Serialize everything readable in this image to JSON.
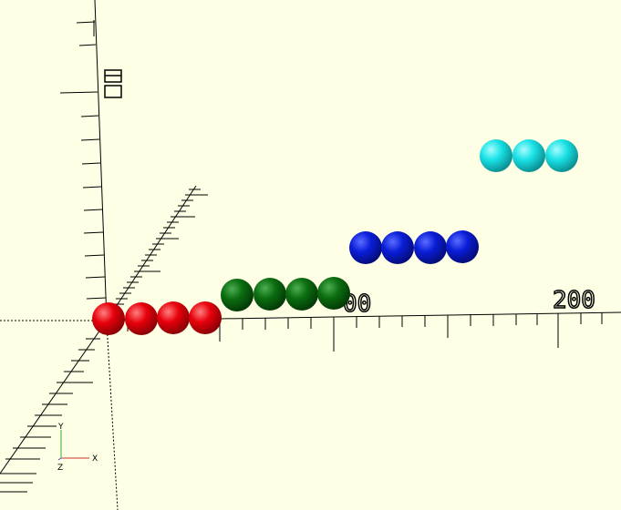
{
  "viewport": {
    "background": "#ffffe5",
    "x_axis_label_100": "00",
    "x_axis_label_200": "200",
    "y_axis_label_80": "80",
    "rows": [
      {
        "name": "red",
        "color": "#e8000b",
        "count": 4
      },
      {
        "name": "green",
        "color": "#0b6e10",
        "count": 4
      },
      {
        "name": "blue",
        "color": "#0a1ed8",
        "count": 4
      },
      {
        "name": "cyan",
        "color": "#19e2e6",
        "count": 3
      }
    ]
  },
  "orientation_gizmo": {
    "y_label": "Y",
    "x_label": "X",
    "z_label": "Z",
    "x_color": "#d03030",
    "y_color": "#30b030",
    "z_color": "#3050d0"
  }
}
